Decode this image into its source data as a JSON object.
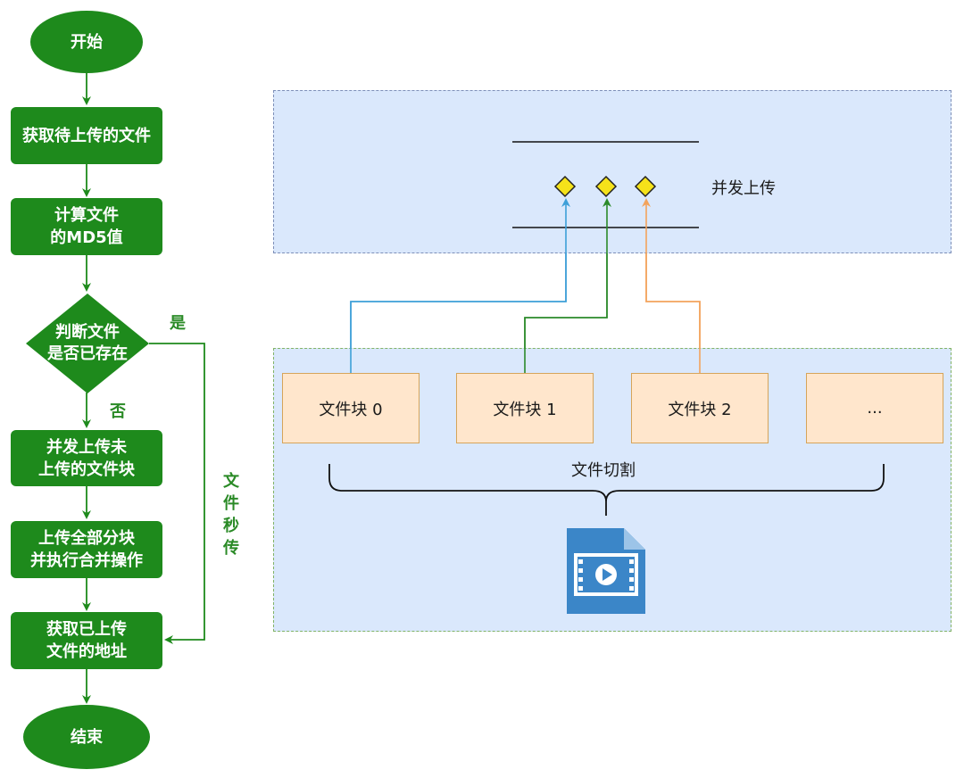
{
  "flowchart": {
    "start": "开始",
    "step_get_file": "获取待上传的文件",
    "step_md5": "计算文件\n的MD5值",
    "decision": "判断文件\n是否已存在",
    "yes_label": "是",
    "no_label": "否",
    "step_upload_chunks": "并发上传未\n上传的文件块",
    "step_merge": "上传全部分块\n并执行合并操作",
    "step_get_address": "获取已上传\n文件的地址",
    "end": "结束",
    "instant_upload_label": "文件秒传"
  },
  "diagram": {
    "concurrent_label": "并发上传",
    "split_label": "文件切割",
    "chunks": [
      "文件块 0",
      "文件块 1",
      "文件块 2",
      "..."
    ],
    "file_icon": "video-file-icon",
    "colors": {
      "arrow_chunk0": "#3d9fd8",
      "arrow_chunk1": "#2b8a2a",
      "arrow_chunk2": "#f3a35c",
      "flow_green": "#1e8a1c",
      "panel_fill": "#dae8fc",
      "chunk_fill": "#ffe6cc",
      "diamond_marker": "#f5e21a"
    }
  }
}
